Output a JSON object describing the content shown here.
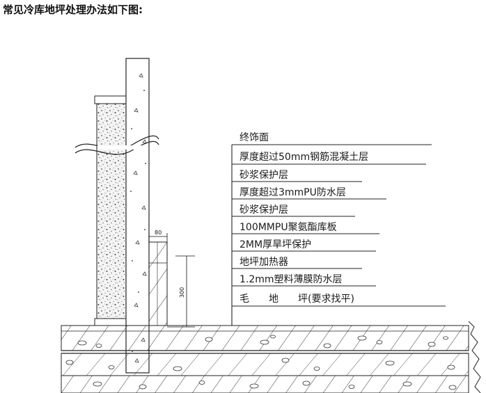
{
  "page": {
    "title": "常见冷库地坪处理办法如下图:"
  },
  "diagram": {
    "layers": [
      "终饰面",
      "厚度超过50mm钢筋混凝土层",
      "砂浆保护层",
      "厚度超过3mmPU防水层",
      "砂浆保护层",
      "100MMPU聚氨酯库板",
      "2MM厚旱坪保护",
      "地坪加热器",
      "1.2mm塑料薄膜防水层",
      "毛　　地　　坪(要求找平)"
    ],
    "dimensions": {
      "width_label": "80",
      "height_label": "300"
    }
  }
}
